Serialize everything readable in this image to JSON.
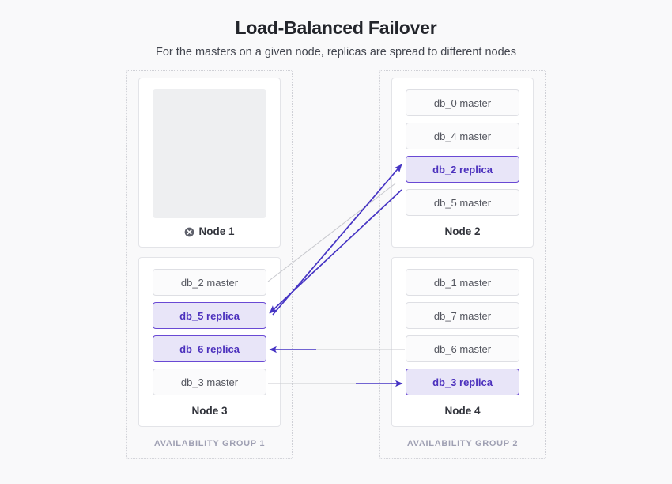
{
  "header": {
    "title": "Load-Balanced Failover",
    "subtitle": "For the masters on a given node, replicas are spread to different nodes"
  },
  "availability_groups": [
    {
      "id": "ag1",
      "label": "AVAILABILITY GROUP 1"
    },
    {
      "id": "ag2",
      "label": "AVAILABILITY GROUP 2"
    }
  ],
  "nodes": [
    {
      "id": "node-1",
      "label": "Node 1",
      "status": "down",
      "status_icon": "circle-x-icon",
      "group": "ag1",
      "databases": []
    },
    {
      "id": "node-2",
      "label": "Node 2",
      "status": "up",
      "group": "ag2",
      "databases": [
        {
          "name": "db_0 master",
          "role": "master"
        },
        {
          "name": "db_4 master",
          "role": "master"
        },
        {
          "name": "db_2 replica",
          "role": "replica"
        },
        {
          "name": "db_5 master",
          "role": "master"
        }
      ]
    },
    {
      "id": "node-3",
      "label": "Node 3",
      "status": "up",
      "group": "ag1",
      "databases": [
        {
          "name": "db_2 master",
          "role": "master"
        },
        {
          "name": "db_5 replica",
          "role": "replica"
        },
        {
          "name": "db_6 replica",
          "role": "replica"
        },
        {
          "name": "db_3 master",
          "role": "master"
        }
      ]
    },
    {
      "id": "node-4",
      "label": "Node 4",
      "status": "up",
      "group": "ag2",
      "databases": [
        {
          "name": "db_1 master",
          "role": "master"
        },
        {
          "name": "db_7 master",
          "role": "master"
        },
        {
          "name": "db_6 master",
          "role": "master"
        },
        {
          "name": "db_3 replica",
          "role": "replica"
        }
      ]
    }
  ],
  "connections": [
    {
      "id": "conn-db2",
      "from": "db_2 master",
      "to": "db_2 replica",
      "style": "accent"
    },
    {
      "id": "conn-db5",
      "from": "db_5 master",
      "to": "db_5 replica",
      "style": "accent"
    },
    {
      "id": "conn-db6",
      "from": "db_6 master",
      "to": "db_6 replica",
      "style": "accent"
    },
    {
      "id": "conn-db3",
      "from": "db_3 master",
      "to": "db_3 replica",
      "style": "accent"
    }
  ],
  "colors": {
    "background": "#f9f9fa",
    "accent": "#4c31bd",
    "arrow": "#4634c4",
    "arrow_muted": "#c9cacf",
    "replica_fill": "#e8e5f8",
    "replica_border": "#6949d4",
    "master_fill": "#fbfbfc",
    "master_border": "#dedfe4",
    "group_label": "#9fa0b3",
    "title": "#23252b"
  }
}
